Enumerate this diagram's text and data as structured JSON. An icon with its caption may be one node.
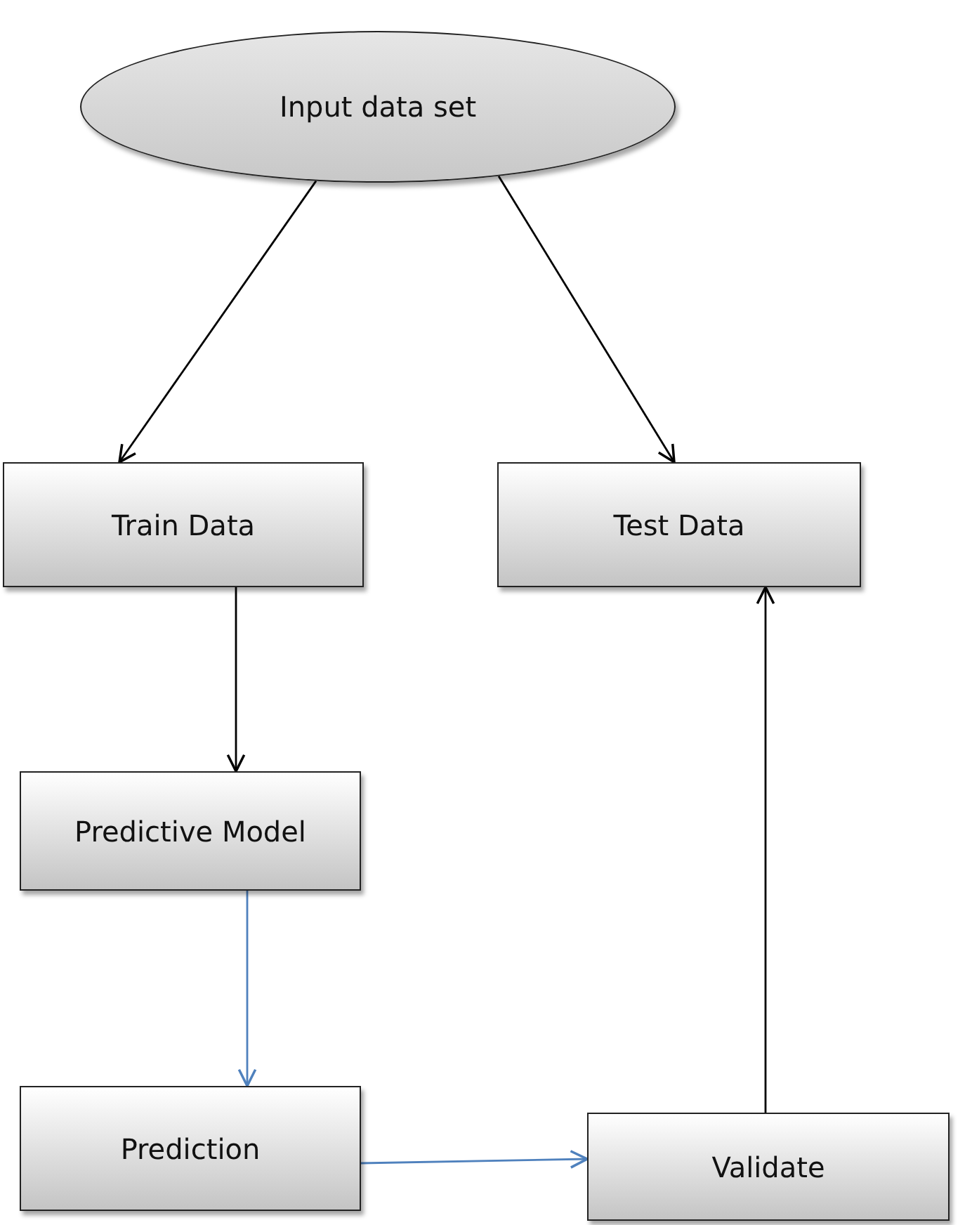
{
  "diagram": {
    "nodes": [
      {
        "text": [
          "Input data set"
        ]
      },
      {
        "text": [
          "Train Data"
        ]
      },
      {
        "text": [
          "Test Data"
        ]
      },
      {
        "text": [
          "Predictive Model"
        ]
      },
      {
        "text": [
          "Prediction"
        ]
      },
      {
        "text": [
          "Validate"
        ]
      }
    ],
    "edges": [
      {
        "from": 0,
        "to": 1,
        "arrow": "to"
      },
      {
        "from": 0,
        "to": 2,
        "arrow": "to"
      },
      {
        "from": 1,
        "to": 3,
        "arrow": "to"
      },
      {
        "from": 3,
        "to": 4,
        "arrow": "to",
        "color": "#4f81bd"
      },
      {
        "from": 4,
        "to": 5,
        "arrow": "to",
        "color": "#4f81bd"
      },
      {
        "from": 5,
        "to": 2,
        "arrow": "to"
      }
    ]
  }
}
